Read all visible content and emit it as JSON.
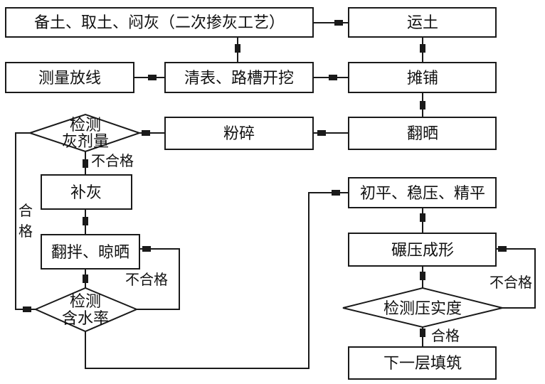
{
  "diagram": {
    "nodes": {
      "prepare_soil": "备土、取土、闷灰（二次掺灰工艺）",
      "transport_soil": "运土",
      "survey": "测量放线",
      "clear_trench": "清表、路槽开挖",
      "spread": "摊铺",
      "check_lime_1": "检测",
      "check_lime_2": "灰剂量",
      "crush": "粉碎",
      "turn_dry": "翻晒",
      "add_lime": "补灰",
      "level_press": "初平、稳压、精平",
      "mix_dry": "翻拌、晾晒",
      "roll_form": "碾压成形",
      "check_moist_1": "检测",
      "check_moist_2": "含水率",
      "check_density": "检测压实度",
      "next_layer": "下一层填筑"
    },
    "labels": {
      "fail_lime": "不合格",
      "pass_lime_1": "合",
      "pass_lime_2": "格",
      "fail_moist": "不合格",
      "fail_density": "不合格",
      "pass_density": "合格"
    },
    "colors": {
      "stroke": "#1a1a1a",
      "text": "#111111",
      "background": "#ffffff"
    }
  }
}
